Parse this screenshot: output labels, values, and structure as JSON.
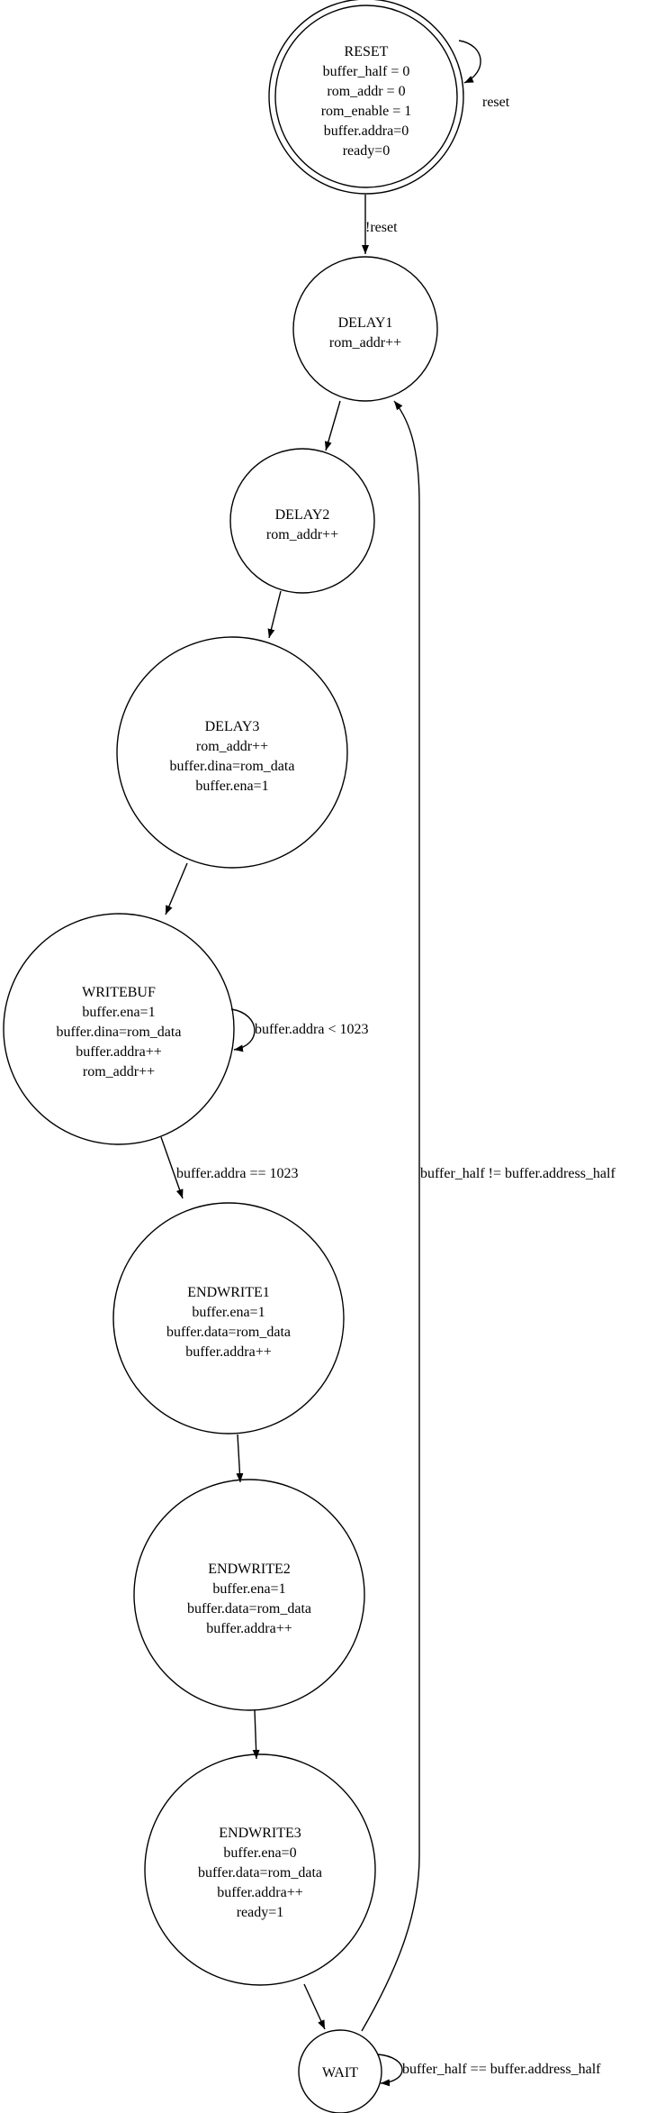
{
  "diagram": {
    "states": [
      {
        "id": "RESET",
        "lines": [
          "RESET",
          "buffer_half = 0",
          "rom_addr = 0",
          "rom_enable = 1",
          "buffer.addra=0",
          "ready=0"
        ]
      },
      {
        "id": "DELAY1",
        "lines": [
          "DELAY1",
          "rom_addr++"
        ]
      },
      {
        "id": "DELAY2",
        "lines": [
          "DELAY2",
          "rom_addr++"
        ]
      },
      {
        "id": "DELAY3",
        "lines": [
          "DELAY3",
          "rom_addr++",
          "buffer.dina=rom_data",
          "buffer.ena=1"
        ]
      },
      {
        "id": "WRITEBUF",
        "lines": [
          "WRITEBUF",
          "buffer.ena=1",
          "buffer.dina=rom_data",
          "buffer.addra++",
          "rom_addr++"
        ]
      },
      {
        "id": "ENDWRITE1",
        "lines": [
          "ENDWRITE1",
          "buffer.ena=1",
          "buffer.data=rom_data",
          "buffer.addra++"
        ]
      },
      {
        "id": "ENDWRITE2",
        "lines": [
          "ENDWRITE2",
          "buffer.ena=1",
          "buffer.data=rom_data",
          "buffer.addra++"
        ]
      },
      {
        "id": "ENDWRITE3",
        "lines": [
          "ENDWRITE3",
          "buffer.ena=0",
          "buffer.data=rom_data",
          "buffer.addra++",
          "ready=1"
        ]
      },
      {
        "id": "WAIT",
        "lines": [
          "WAIT"
        ]
      }
    ],
    "transitions": [
      {
        "id": "reset-self",
        "from": "RESET",
        "to": "RESET",
        "label": "reset"
      },
      {
        "id": "reset-to-delay1",
        "from": "RESET",
        "to": "DELAY1",
        "label": "!reset"
      },
      {
        "id": "delay1-to-delay2",
        "from": "DELAY1",
        "to": "DELAY2",
        "label": ""
      },
      {
        "id": "delay2-to-delay3",
        "from": "DELAY2",
        "to": "DELAY3",
        "label": ""
      },
      {
        "id": "delay3-to-writebuf",
        "from": "DELAY3",
        "to": "WRITEBUF",
        "label": ""
      },
      {
        "id": "writebuf-self",
        "from": "WRITEBUF",
        "to": "WRITEBUF",
        "label": "buffer.addra < 1023"
      },
      {
        "id": "writebuf-to-endwrite1",
        "from": "WRITEBUF",
        "to": "ENDWRITE1",
        "label": "buffer.addra == 1023"
      },
      {
        "id": "endwrite1-to-endwrite2",
        "from": "ENDWRITE1",
        "to": "ENDWRITE2",
        "label": ""
      },
      {
        "id": "endwrite2-to-endwrite3",
        "from": "ENDWRITE2",
        "to": "ENDWRITE3",
        "label": ""
      },
      {
        "id": "endwrite3-to-wait",
        "from": "ENDWRITE3",
        "to": "WAIT",
        "label": ""
      },
      {
        "id": "wait-self",
        "from": "WAIT",
        "to": "WAIT",
        "label": "buffer_half == buffer.address_half"
      },
      {
        "id": "wait-to-delay1",
        "from": "WAIT",
        "to": "DELAY1",
        "label": "buffer_half != buffer.address_half"
      }
    ]
  }
}
